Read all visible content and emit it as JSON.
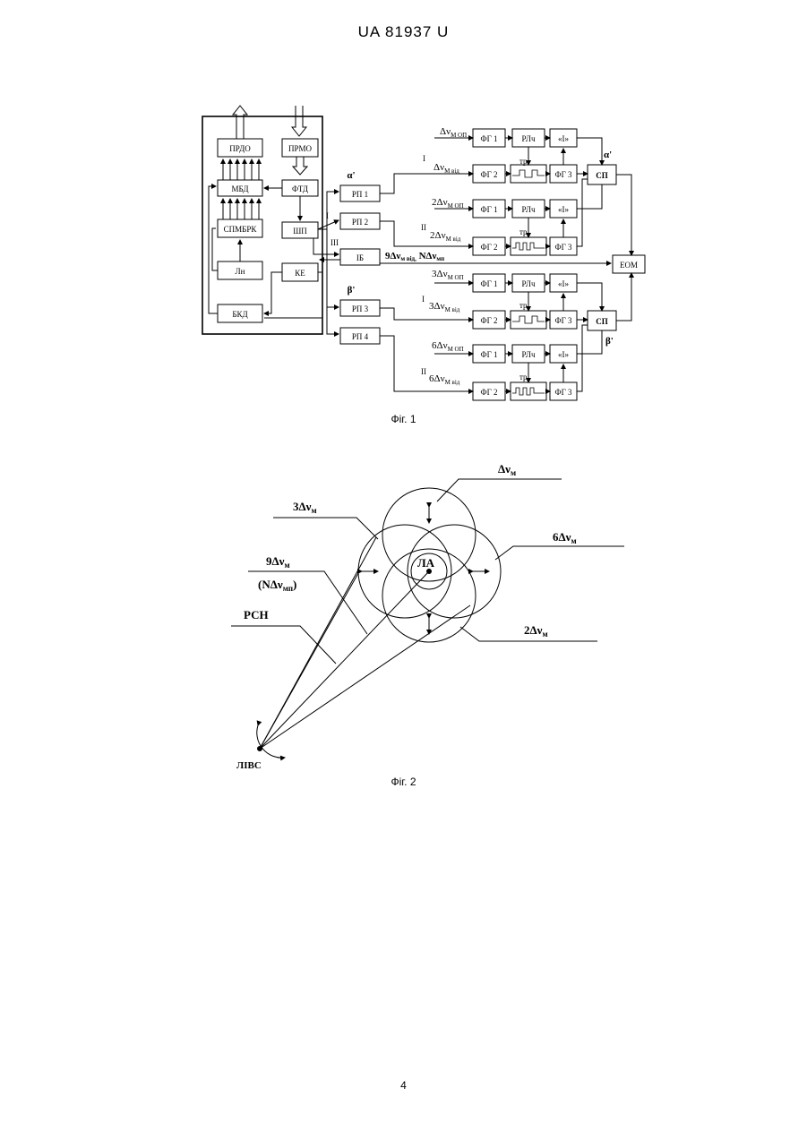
{
  "header": {
    "patent_number": "UA   81937   U"
  },
  "fig1": {
    "caption": "Фіг. 1",
    "blocks": {
      "prdo": "ПРДО",
      "prmo": "ПРМО",
      "mbd": "МБД",
      "ftd": "ФТД",
      "spmbrk": "СПМБРК",
      "shp": "ШП",
      "ln": "Лн",
      "ke": "КЕ",
      "bkd": "БКД",
      "rp1": "РП 1",
      "rp2": "РП 2",
      "ib": "ІБ",
      "rp3": "РП 3",
      "rp4": "РП 4",
      "fg1": "ФГ 1",
      "fg2": "ФГ 2",
      "fg3": "ФГ 3",
      "rlch": "РЛч",
      "int": "«І»",
      "sp": "СП",
      "eom": "ЕОМ"
    },
    "labels": {
      "alpha": "α'",
      "beta": "β'",
      "roman1": "І",
      "roman2": "ІІ",
      "roman3": "ІІІ",
      "tr": "тр",
      "dv_op": "Δν",
      "dv_op_sub": "М ОП",
      "dv_vid": "Δν",
      "dv_vid_sub": "М від",
      "n2_op": "2",
      "n2_vid": "2",
      "n3_op": "3",
      "n3_vid": "3",
      "n6_op": "6",
      "n6_vid": "6",
      "nine_line": "9Δν",
      "nine_sub": "м від,",
      "n_line": "NΔν",
      "n_sub": "мп"
    }
  },
  "fig2": {
    "caption": "Фіг. 2",
    "labels": {
      "dv": "Δν",
      "dv_sub": "м",
      "dv3": "3Δν",
      "dv3_sub": "м",
      "dv6": "6Δν",
      "dv6_sub": "м",
      "dv9": "9Δν",
      "dv9_sub": "м",
      "ndv": "(NΔν",
      "ndv_sub": "мп",
      "ndv_close": ")",
      "dv2": "2Δν",
      "dv2_sub": "м",
      "pch": "РСН",
      "la": "ЛА",
      "livs": "ЛІВС"
    }
  },
  "page_number": "4"
}
